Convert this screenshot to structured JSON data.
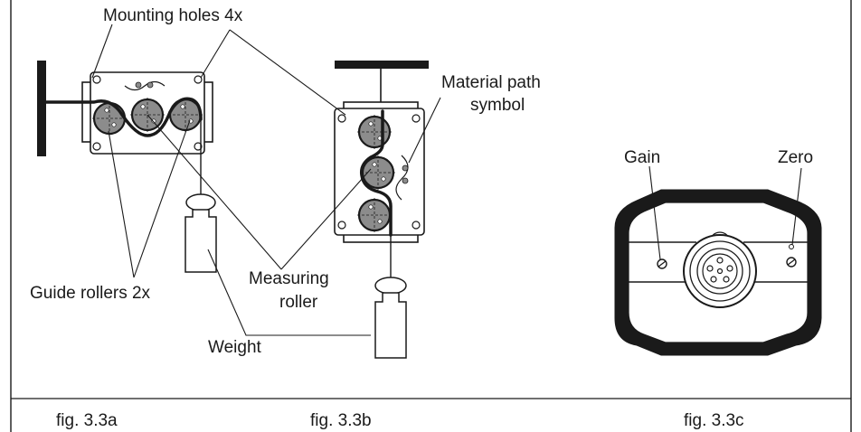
{
  "labels": {
    "mounting_holes": "Mounting holes 4x",
    "material_path_1": "Material path",
    "material_path_2": "symbol",
    "guide_rollers": "Guide rollers 2x",
    "measuring_roller_1": "Measuring",
    "measuring_roller_2": "roller",
    "weight": "Weight",
    "gain": "Gain",
    "zero": "Zero"
  },
  "captions": {
    "fig_a": "fig. 3.3a",
    "fig_b": "fig. 3.3b",
    "fig_c": "fig. 3.3c"
  }
}
